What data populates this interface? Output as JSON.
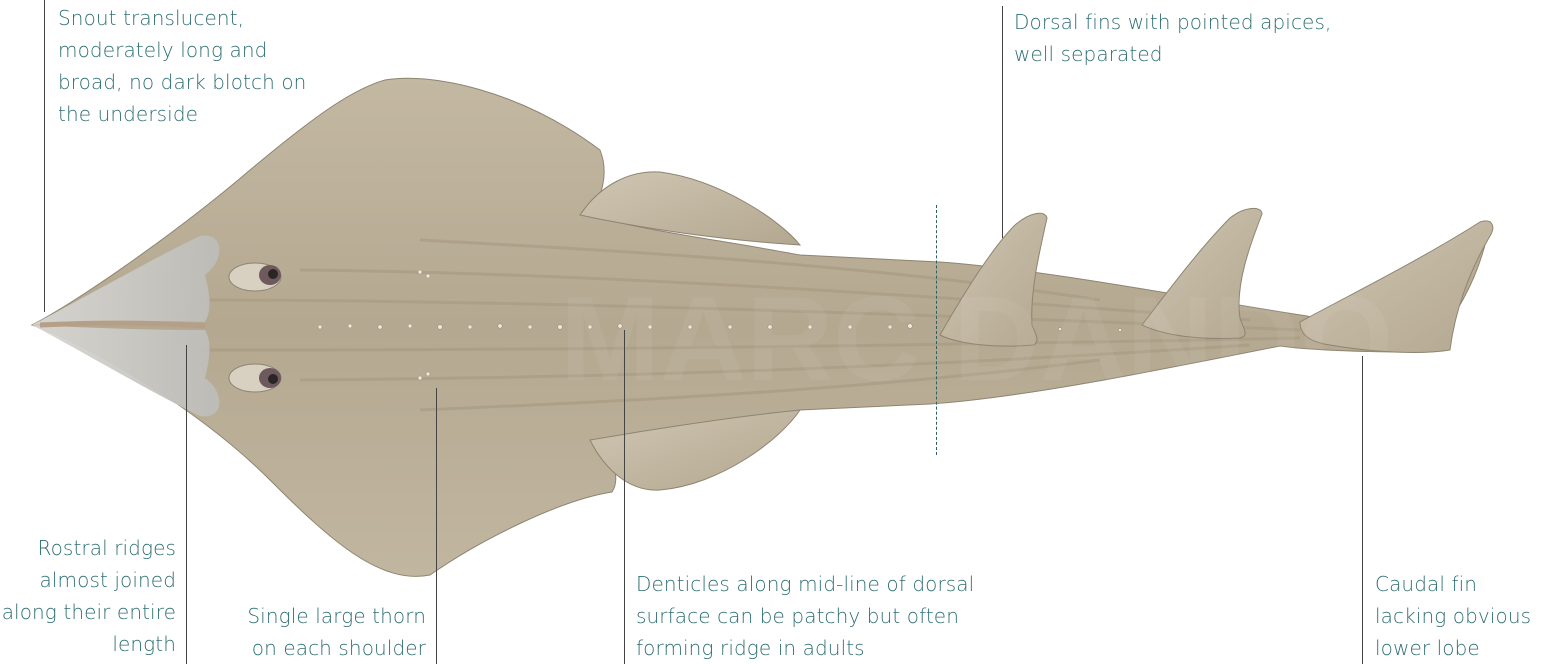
{
  "colors": {
    "body": "#b9ad97",
    "body_dark": "#a79a83",
    "body_light": "#cfc5b2",
    "rostral": "#c9c9c7",
    "text": "#2f6f73",
    "leader": "#444444"
  },
  "annotations": {
    "snout": "Snout translucent,\nmoderately long and\nbroad, no dark blotch on\nthe underside",
    "dorsal_fins": "Dorsal fins with pointed apices,\nwell separated",
    "rostral_ridges": "Rostral ridges\nalmost joined\nalong their entire\nlength",
    "thorn": "Single large thorn\non each shoulder",
    "denticles": "Denticles along mid-line of dorsal\nsurface can be patchy but often\nforming ridge in adults",
    "caudal": "Caudal fin\nlacking obvious\nlower lobe"
  },
  "icons": {
    "main": "guitarfish-dorsal-view-illustration"
  }
}
